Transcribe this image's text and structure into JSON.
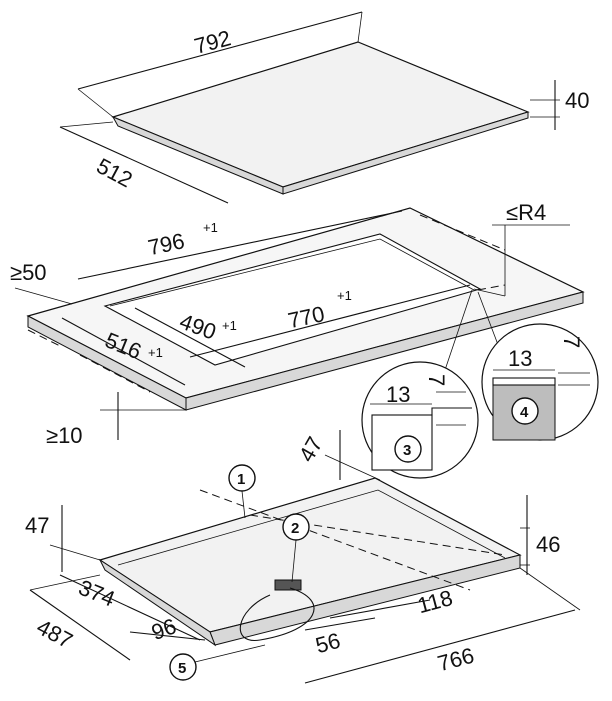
{
  "top": {
    "width": "792",
    "depth": "512",
    "height": "40"
  },
  "cutout": {
    "width": "796",
    "width_tol": "+1",
    "depth": "516",
    "depth_tol": "+1",
    "inner_depth": "490",
    "inner_depth_tol": "+1",
    "inner_width": "770",
    "inner_width_tol": "+1",
    "radius": "≤R4",
    "min_back": "≥50",
    "min_front": "≥10"
  },
  "details": {
    "detail3_width": "13",
    "detail3_height": "7",
    "detail3_num": "3",
    "detail4_width": "13",
    "detail4_height": "7",
    "detail4_num": "4"
  },
  "bottom": {
    "d47_top": "47",
    "d47_left": "47",
    "d46": "46",
    "d374": "374",
    "d487": "487",
    "d96": "96",
    "d56": "56",
    "d118": "118",
    "d766": "766",
    "call1": "1",
    "call2": "2",
    "call5": "5"
  }
}
